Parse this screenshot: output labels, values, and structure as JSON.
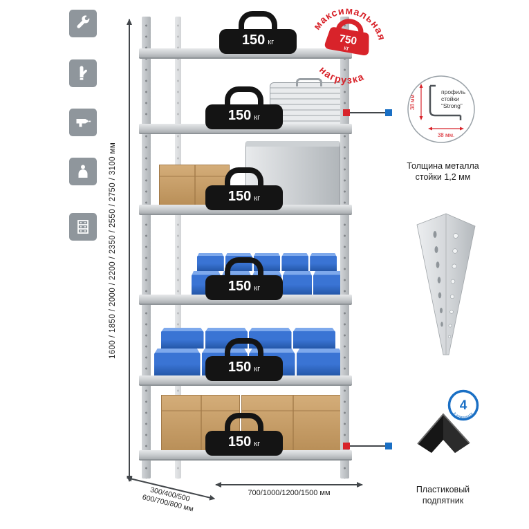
{
  "colors": {
    "red": "#d8232a",
    "blue": "#1a6fc4",
    "icon_bg": "#8f969c",
    "bin_blue": "#2d66c4"
  },
  "left_icons": {
    "items": [
      {
        "name": "wrench-icon"
      },
      {
        "name": "glove-icon"
      },
      {
        "name": "drill-icon"
      },
      {
        "name": "person-icon"
      },
      {
        "name": "rack-icon"
      }
    ]
  },
  "dimensions": {
    "height": "1600 / 1850 / 2000 / 2200 / 2350 / 2550 / 2750 / 3100 мм",
    "depth_line1": "300/400/500",
    "depth_line2": "600/700/800 мм",
    "width": "700/1000/1200/1500 мм"
  },
  "rack": {
    "shelf_weights": [
      {
        "value": "150",
        "unit": "кг"
      },
      {
        "value": "150",
        "unit": "кг"
      },
      {
        "value": "150",
        "unit": "кг"
      },
      {
        "value": "150",
        "unit": "кг"
      },
      {
        "value": "150",
        "unit": "кг"
      },
      {
        "value": "150",
        "unit": "кг"
      }
    ]
  },
  "stamp": {
    "arc_top": "максимальная",
    "arc_bottom": "нагрузка",
    "value": "750",
    "unit": "кг"
  },
  "profile": {
    "dim_vertical": "38 мм",
    "dim_horizontal": "38 мм.",
    "label_line1": "профиль",
    "label_line2": "стойки",
    "label_line3": "“Strong”",
    "caption_line1": "Толщина металла",
    "caption_line2": "стойки 1,2 мм"
  },
  "foot": {
    "badge_value": "4",
    "badge_arc": "в комплекте",
    "caption_line1": "Пластиковый",
    "caption_line2": "подпятник"
  }
}
